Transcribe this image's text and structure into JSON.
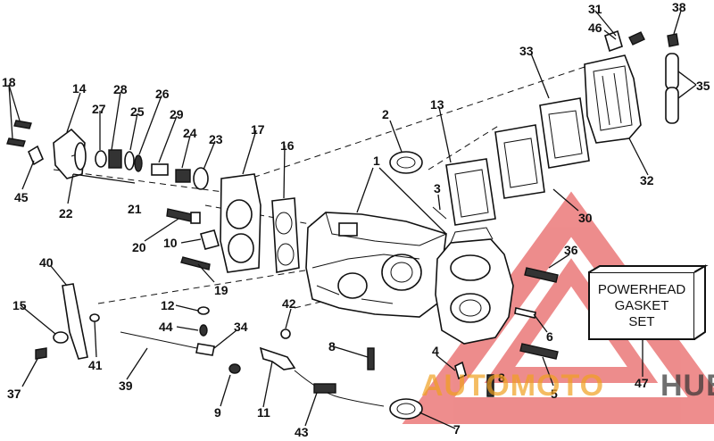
{
  "callouts": [
    "1",
    "2",
    "3",
    "4",
    "5",
    "6",
    "7",
    "8",
    "8",
    "9",
    "10",
    "11",
    "12",
    "13",
    "14",
    "15",
    "16",
    "17",
    "18",
    "19",
    "20",
    "21",
    "22",
    "23",
    "24",
    "25",
    "26",
    "27",
    "28",
    "29",
    "30",
    "31",
    "32",
    "33",
    "34",
    "35",
    "36",
    "37",
    "38",
    "39",
    "40",
    "41",
    "42",
    "43",
    "44",
    "45",
    "46",
    "47"
  ],
  "kit_label": [
    "POWERHEAD",
    "GASKET",
    "SET"
  ],
  "watermark": {
    "part1": "AUTOMOTO",
    "part2": "HUB",
    "color_orange": "#f0a020",
    "color_red": "#e03030",
    "color_dark": "#333333"
  }
}
